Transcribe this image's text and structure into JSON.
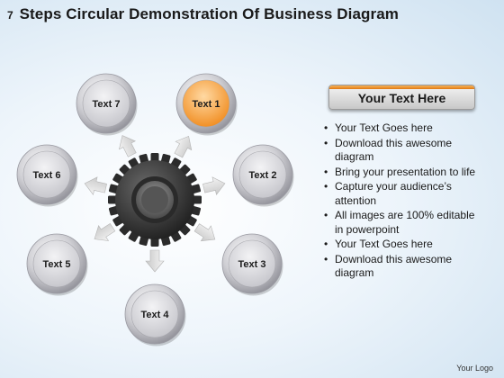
{
  "title": {
    "number": "7",
    "text": "Steps Circular Demonstration Of Business Diagram"
  },
  "steps": [
    {
      "label": "Text 1",
      "highlight": true
    },
    {
      "label": "Text 2",
      "highlight": false
    },
    {
      "label": "Text 3",
      "highlight": false
    },
    {
      "label": "Text 4",
      "highlight": false
    },
    {
      "label": "Text 5",
      "highlight": false
    },
    {
      "label": "Text 6",
      "highlight": false
    },
    {
      "label": "Text 7",
      "highlight": false
    }
  ],
  "center_icon": "gear-wheel-icon",
  "panel": {
    "header": "Your Text Here",
    "bullets": [
      "Your Text Goes here",
      "Download this awesome diagram",
      "Bring your presentation to life",
      "Capture your audience’s attention",
      "All images are 100% editable in powerpoint",
      "Your Text Goes here",
      "Download this awesome diagram"
    ]
  },
  "footer": "Your Logo",
  "colors": {
    "accent": "#f29a2e",
    "circle_face": "#d9d9dd",
    "arrow": "#e2e2e2"
  }
}
